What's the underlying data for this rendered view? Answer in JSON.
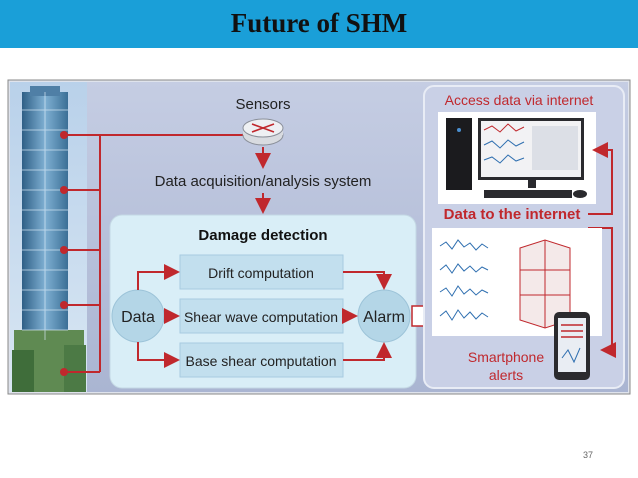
{
  "slide": {
    "title": "Future of SHM",
    "page_number": "37"
  },
  "diagram": {
    "sensors": "Sensors",
    "daq": "Data acquisition/analysis system",
    "damage_detection": "Damage detection",
    "data": "Data",
    "computations": [
      "Drift computation",
      "Shear wave computation",
      "Base shear computation"
    ],
    "alarm": "Alarm",
    "access_internet": "Access data via internet",
    "data_to_internet": "Data to the internet",
    "smartphone": [
      "Smartphone",
      "alerts"
    ],
    "colors": {
      "accent": "#c0282d",
      "title_bar": "#1a9fd8",
      "panel": "#b9c3dc",
      "detection_box": "#d9eef7"
    },
    "icons": [
      "building-image",
      "sensor-router-icon",
      "computer-monitor-icon",
      "building-3d-model",
      "smartphone-icon"
    ]
  }
}
